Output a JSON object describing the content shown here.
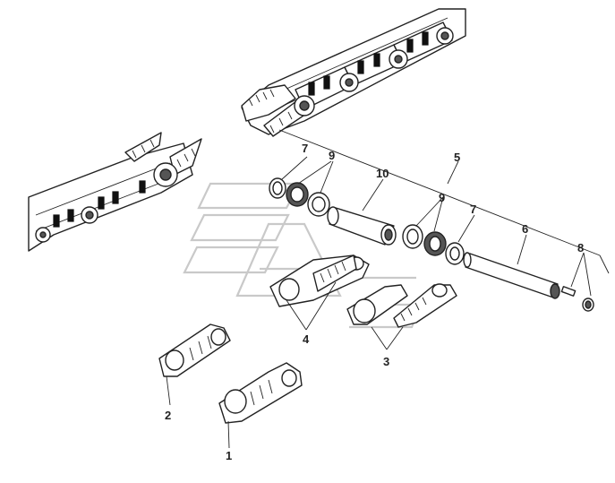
{
  "callouts": [
    {
      "id": "1",
      "label": "1"
    },
    {
      "id": "2",
      "label": "2"
    },
    {
      "id": "3",
      "label": "3"
    },
    {
      "id": "4",
      "label": "4"
    },
    {
      "id": "5",
      "label": "5"
    },
    {
      "id": "6",
      "label": "6"
    },
    {
      "id": "7a",
      "label": "7"
    },
    {
      "id": "7b",
      "label": "7"
    },
    {
      "id": "8",
      "label": "8"
    },
    {
      "id": "9a",
      "label": "9"
    },
    {
      "id": "9b",
      "label": "9"
    },
    {
      "id": "10",
      "label": "10"
    }
  ],
  "colors": {
    "ink": "#222222",
    "watermark": "#c9c9c9",
    "background": "#ffffff"
  }
}
